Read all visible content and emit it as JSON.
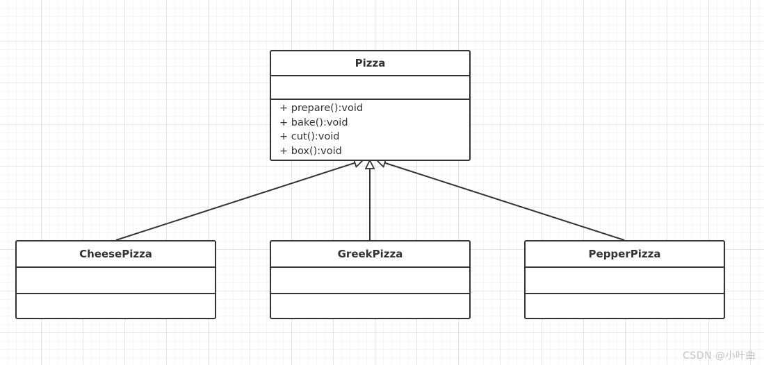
{
  "diagram": {
    "parent": {
      "name": "Pizza",
      "attributes": [],
      "methods": [
        "+ prepare():void",
        "+ bake():void",
        "+ cut():void",
        "+ box():void"
      ]
    },
    "children": [
      {
        "name": "CheesePizza",
        "attributes": [],
        "methods": []
      },
      {
        "name": "GreekPizza",
        "attributes": [],
        "methods": []
      },
      {
        "name": "PepperPizza",
        "attributes": [],
        "methods": []
      }
    ],
    "relationship": "generalization"
  },
  "watermark": "CSDN @小叶曲",
  "colors": {
    "stroke": "#333333",
    "background": "#ffffff",
    "grid": "#e6e6e6",
    "watermark": "#c2c2c2"
  }
}
